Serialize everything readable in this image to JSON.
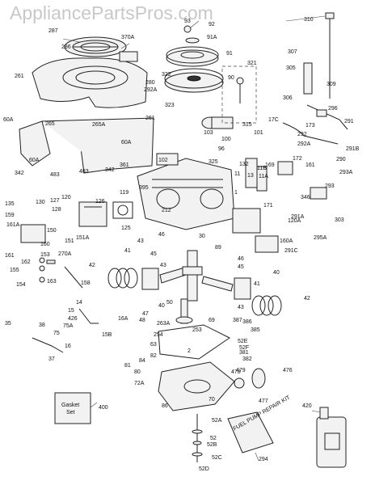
{
  "watermark": "AppliancePartsPros.com",
  "callouts": [
    {
      "id": "c287",
      "text": "287"
    },
    {
      "id": "c286",
      "text": "286"
    },
    {
      "id": "c261a",
      "text": "261"
    },
    {
      "id": "c370a",
      "text": "370A"
    },
    {
      "id": "c280",
      "text": "280"
    },
    {
      "id": "c292a",
      "text": "292A"
    },
    {
      "id": "c261b",
      "text": "261"
    },
    {
      "id": "c60a",
      "text": "60A"
    },
    {
      "id": "c265",
      "text": "265"
    },
    {
      "id": "c265a",
      "text": "265A"
    },
    {
      "id": "c60a2",
      "text": "60A"
    },
    {
      "id": "c342a",
      "text": "342"
    },
    {
      "id": "c60a3",
      "text": "60A"
    },
    {
      "id": "c483a",
      "text": "483"
    },
    {
      "id": "c483b",
      "text": "483"
    },
    {
      "id": "c342b",
      "text": "342"
    },
    {
      "id": "c93",
      "text": "93"
    },
    {
      "id": "c92",
      "text": "92"
    },
    {
      "id": "c91a",
      "text": "91A"
    },
    {
      "id": "c91",
      "text": "91"
    },
    {
      "id": "c321",
      "text": "321"
    },
    {
      "id": "c90",
      "text": "90"
    },
    {
      "id": "c322",
      "text": "322"
    },
    {
      "id": "c323",
      "text": "323"
    },
    {
      "id": "c103",
      "text": "103"
    },
    {
      "id": "c315",
      "text": "315"
    },
    {
      "id": "c310",
      "text": "310"
    },
    {
      "id": "c307",
      "text": "307"
    },
    {
      "id": "c305",
      "text": "305"
    },
    {
      "id": "c309",
      "text": "309"
    },
    {
      "id": "c306",
      "text": "306"
    },
    {
      "id": "c296",
      "text": "296"
    },
    {
      "id": "c17c",
      "text": "17C"
    },
    {
      "id": "c173",
      "text": "173"
    },
    {
      "id": "c291",
      "text": "291"
    },
    {
      "id": "c292",
      "text": "292"
    },
    {
      "id": "c292a2",
      "text": "292A"
    },
    {
      "id": "c291b",
      "text": "291B"
    },
    {
      "id": "c101",
      "text": "101"
    },
    {
      "id": "c96",
      "text": "96"
    },
    {
      "id": "c100",
      "text": "100"
    },
    {
      "id": "c102",
      "text": "102"
    },
    {
      "id": "c325",
      "text": "325"
    },
    {
      "id": "c361",
      "text": "361"
    },
    {
      "id": "c132",
      "text": "132"
    },
    {
      "id": "c169",
      "text": "169"
    },
    {
      "id": "c172",
      "text": "172"
    },
    {
      "id": "c161",
      "text": "161"
    },
    {
      "id": "c290",
      "text": "290"
    },
    {
      "id": "c293a",
      "text": "293A"
    },
    {
      "id": "c11b",
      "text": "11B"
    },
    {
      "id": "c11a",
      "text": "11A"
    },
    {
      "id": "c11",
      "text": "11"
    },
    {
      "id": "c13",
      "text": "13"
    },
    {
      "id": "c293",
      "text": "293"
    },
    {
      "id": "c395",
      "text": "395"
    },
    {
      "id": "c1",
      "text": "1"
    },
    {
      "id": "c171",
      "text": "171"
    },
    {
      "id": "c346",
      "text": "346"
    },
    {
      "id": "c291a",
      "text": "291A"
    },
    {
      "id": "c303",
      "text": "303"
    },
    {
      "id": "c135",
      "text": "135"
    },
    {
      "id": "c130",
      "text": "130"
    },
    {
      "id": "c127",
      "text": "127"
    },
    {
      "id": "c120",
      "text": "120"
    },
    {
      "id": "c126",
      "text": "126"
    },
    {
      "id": "c119",
      "text": "119"
    },
    {
      "id": "c212",
      "text": "212"
    },
    {
      "id": "c159",
      "text": "159"
    },
    {
      "id": "c128",
      "text": "128"
    },
    {
      "id": "c161a",
      "text": "161A"
    },
    {
      "id": "c150",
      "text": "150"
    },
    {
      "id": "c151",
      "text": "151"
    },
    {
      "id": "c151a",
      "text": "151A"
    },
    {
      "id": "c125",
      "text": "125"
    },
    {
      "id": "c120a",
      "text": "120A"
    },
    {
      "id": "c160",
      "text": "160"
    },
    {
      "id": "c270a",
      "text": "270A"
    },
    {
      "id": "c160a",
      "text": "160A"
    },
    {
      "id": "c295a",
      "text": "295A"
    },
    {
      "id": "c291c",
      "text": "291C"
    },
    {
      "id": "c161b",
      "text": "161"
    },
    {
      "id": "c162",
      "text": "162"
    },
    {
      "id": "c155",
      "text": "155"
    },
    {
      "id": "c153",
      "text": "153"
    },
    {
      "id": "c154",
      "text": "154"
    },
    {
      "id": "c163",
      "text": "163"
    },
    {
      "id": "c158",
      "text": "158"
    },
    {
      "id": "c43a",
      "text": "43"
    },
    {
      "id": "c46a",
      "text": "46"
    },
    {
      "id": "c30",
      "text": "30"
    },
    {
      "id": "c89",
      "text": "89"
    },
    {
      "id": "c41a",
      "text": "41"
    },
    {
      "id": "c45a",
      "text": "45"
    },
    {
      "id": "c46b",
      "text": "46"
    },
    {
      "id": "c42a",
      "text": "42"
    },
    {
      "id": "c43b",
      "text": "43"
    },
    {
      "id": "c40a",
      "text": "40"
    },
    {
      "id": "c45b",
      "text": "45"
    },
    {
      "id": "c41b",
      "text": "41"
    },
    {
      "id": "c40b",
      "text": "40"
    },
    {
      "id": "c42b",
      "text": "42"
    },
    {
      "id": "c43c",
      "text": "43"
    },
    {
      "id": "c14",
      "text": "14"
    },
    {
      "id": "c15",
      "text": "15"
    },
    {
      "id": "c16a",
      "text": "16A"
    },
    {
      "id": "c50",
      "text": "50"
    },
    {
      "id": "c47",
      "text": "47"
    },
    {
      "id": "c48",
      "text": "48"
    },
    {
      "id": "c426",
      "text": "426"
    },
    {
      "id": "c75a",
      "text": "75A"
    },
    {
      "id": "c35",
      "text": "35"
    },
    {
      "id": "c38",
      "text": "38"
    },
    {
      "id": "c75",
      "text": "75"
    },
    {
      "id": "c15b",
      "text": "15B"
    },
    {
      "id": "c263a",
      "text": "263A"
    },
    {
      "id": "c253",
      "text": "253"
    },
    {
      "id": "c69",
      "text": "69"
    },
    {
      "id": "c387",
      "text": "387"
    },
    {
      "id": "c386",
      "text": "386"
    },
    {
      "id": "c385",
      "text": "385"
    },
    {
      "id": "c52f",
      "text": "52F"
    },
    {
      "id": "c2",
      "text": "2"
    },
    {
      "id": "c254",
      "text": "254"
    },
    {
      "id": "c16",
      "text": "16"
    },
    {
      "id": "c37",
      "text": "37"
    },
    {
      "id": "c63",
      "text": "63"
    },
    {
      "id": "c52e",
      "text": "52E"
    },
    {
      "id": "c82",
      "text": "82"
    },
    {
      "id": "c84",
      "text": "84"
    },
    {
      "id": "c81",
      "text": "81"
    },
    {
      "id": "c381",
      "text": "381"
    },
    {
      "id": "c382",
      "text": "382"
    },
    {
      "id": "c80",
      "text": "80"
    },
    {
      "id": "c72a",
      "text": "72A"
    },
    {
      "id": "c479",
      "text": "479"
    },
    {
      "id": "c478",
      "text": "478"
    },
    {
      "id": "c476",
      "text": "476"
    },
    {
      "id": "c70",
      "text": "70"
    },
    {
      "id": "c477",
      "text": "477"
    },
    {
      "id": "c86",
      "text": "86"
    },
    {
      "id": "c52a",
      "text": "52A"
    },
    {
      "id": "c52",
      "text": "52"
    },
    {
      "id": "c52b",
      "text": "52B"
    },
    {
      "id": "c52c",
      "text": "52C"
    },
    {
      "id": "c52d",
      "text": "52D"
    },
    {
      "id": "c400",
      "text": "400"
    },
    {
      "id": "c294",
      "text": "294"
    },
    {
      "id": "c420",
      "text": "420"
    }
  ],
  "gasket_box": {
    "line1": "Gasket",
    "line2": "Set"
  },
  "repair_kit_label": "FUEL PUMP REPAIR KIT"
}
